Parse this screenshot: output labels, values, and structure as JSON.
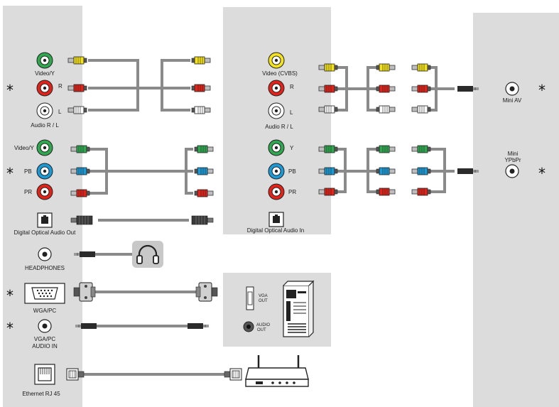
{
  "tv_panel": {
    "video_y": "Video/Y",
    "r": "R",
    "l": "L",
    "audio_rl": "Audio R / L",
    "video_y2": "Video/Y",
    "pb": "PB",
    "pr": "PR",
    "optical_out": "Digital Optical Audio Out",
    "headphones": "HEADPHONES",
    "vga_pc": "WGA/PC",
    "vga_audio_1": "VGA/PC",
    "vga_audio_2": "AUDIO IN",
    "ethernet": "Ethernet RJ 45"
  },
  "device_panel": {
    "video_cvbs": "Video (CVBS)",
    "r": "R",
    "l": "L",
    "audio_rl": "Audio R / L",
    "y": "Y",
    "pb": "PB",
    "pr": "PR",
    "optical_in": "Digital Optical Audio In"
  },
  "pc_box": {
    "vga_out_1": "VGA",
    "vga_out_2": "OUT",
    "audio_out_1": "AUDIO",
    "audio_out_2": "OUT"
  },
  "right_panel": {
    "mini_av": "Mini AV",
    "mini_ypbpr_1": "Mini",
    "mini_ypbpr_2": "YPbPr"
  },
  "star_symbol": "*",
  "colors": {
    "panel": "#dcdcdc",
    "cable": "#8a8a8a",
    "green": "#2fa84f",
    "red": "#e2231a",
    "blue": "#1b9ad6",
    "yellow": "#f4e21b",
    "white": "#ffffff"
  },
  "icons": [
    "headphones-icon",
    "computer-tower-icon",
    "router-icon",
    "vga-port-icon",
    "optical-port-icon",
    "rj45-port-icon"
  ]
}
